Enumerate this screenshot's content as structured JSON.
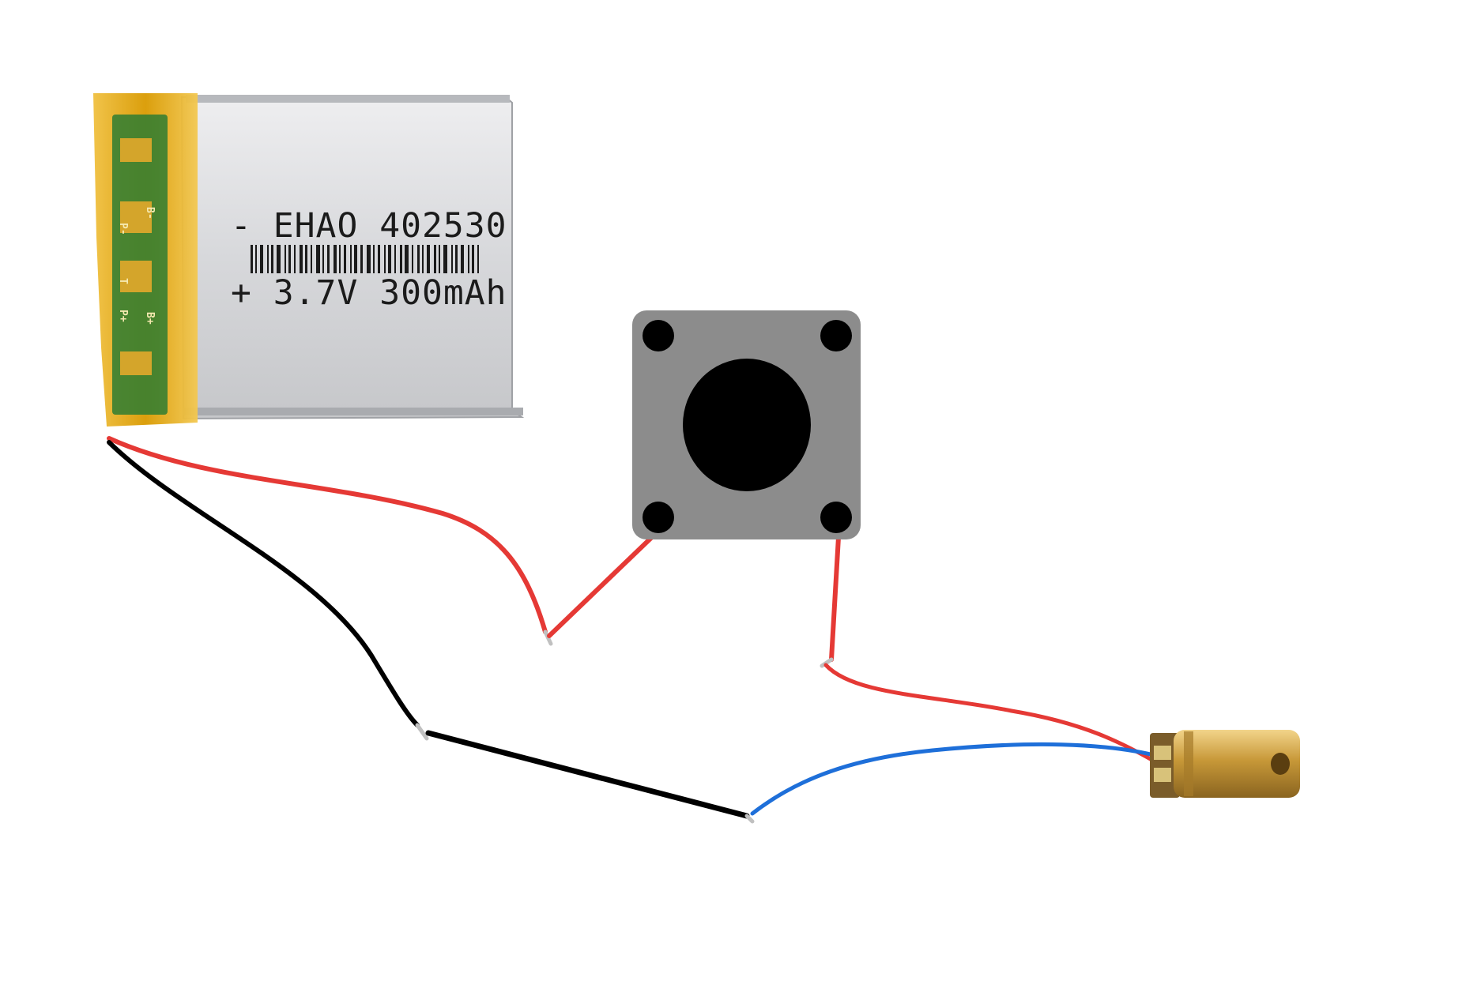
{
  "battery": {
    "line1": "- EHAO  402530",
    "line2": "+ 3.7V  300mAh",
    "pcb_labels": [
      "B-",
      "P-",
      "T",
      "P+",
      "B+"
    ],
    "colors": {
      "body": "#d9dadc",
      "tape": "#e0a000",
      "pcb": "#2e7d32"
    }
  },
  "switch": {
    "colors": {
      "body": "#8c8c8c",
      "button": "#000000",
      "pins": "#000000"
    }
  },
  "laser_module": {
    "colors": {
      "barrel": "#c99a3a",
      "pcb": "#7a5c2a"
    }
  },
  "wires": {
    "colors": {
      "red": "#e53935",
      "black": "#000000",
      "blue": "#1e6fd9",
      "stripped_tip": "#c0c0c0"
    }
  }
}
